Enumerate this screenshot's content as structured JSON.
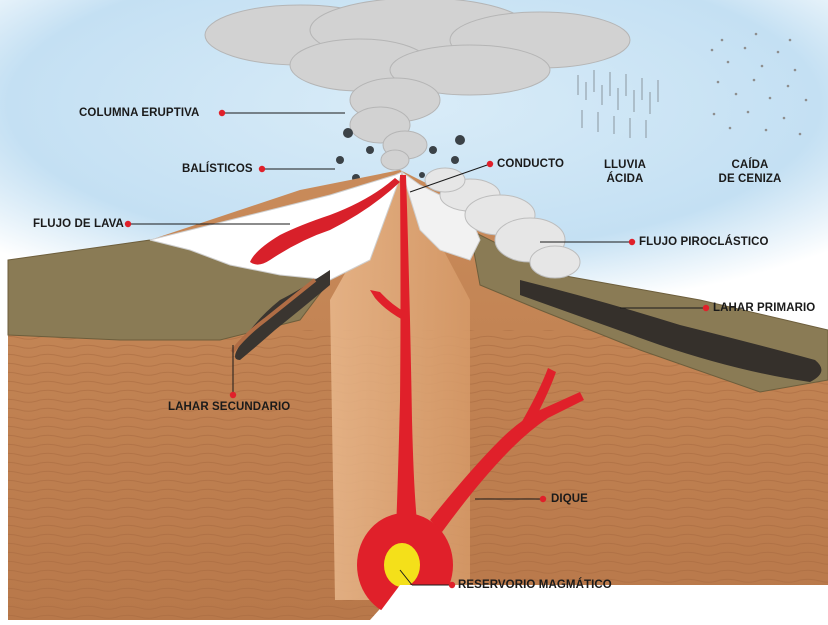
{
  "labels": {
    "columna_eruptiva": "COLUMNA ERUPTIVA",
    "balisticos": "BALÍSTICOS",
    "flujo_de_lava": "FLUJO DE LAVA",
    "conducto": "CONDUCTO",
    "lluvia_acida": [
      "LLUVIA",
      "ÁCIDA"
    ],
    "caida_de_ceniza": [
      "CAÍDA",
      "DE CENIZA"
    ],
    "flujo_piroclastico": "FLUJO PIROCLÁSTICO",
    "lahar_primario": "LAHAR PRIMARIO",
    "lahar_secundario": "LAHAR SECUNDARIO",
    "dique": "DIQUE",
    "reservorio_magmatico": "RESERVORIO MAGMÁTICO"
  },
  "colors": {
    "sky": "#cfe6f5",
    "ash_cloud": "#d4d4d4",
    "snow": "#ffffff",
    "crust": "#c98a58",
    "crust_dark": "#a8683e",
    "surface_soil": "#8a7a52",
    "magma": "#e0202a",
    "magma_core": "#f4e01a",
    "lahar_dark": "#3a3530",
    "marker_dot": "#e0202a"
  }
}
